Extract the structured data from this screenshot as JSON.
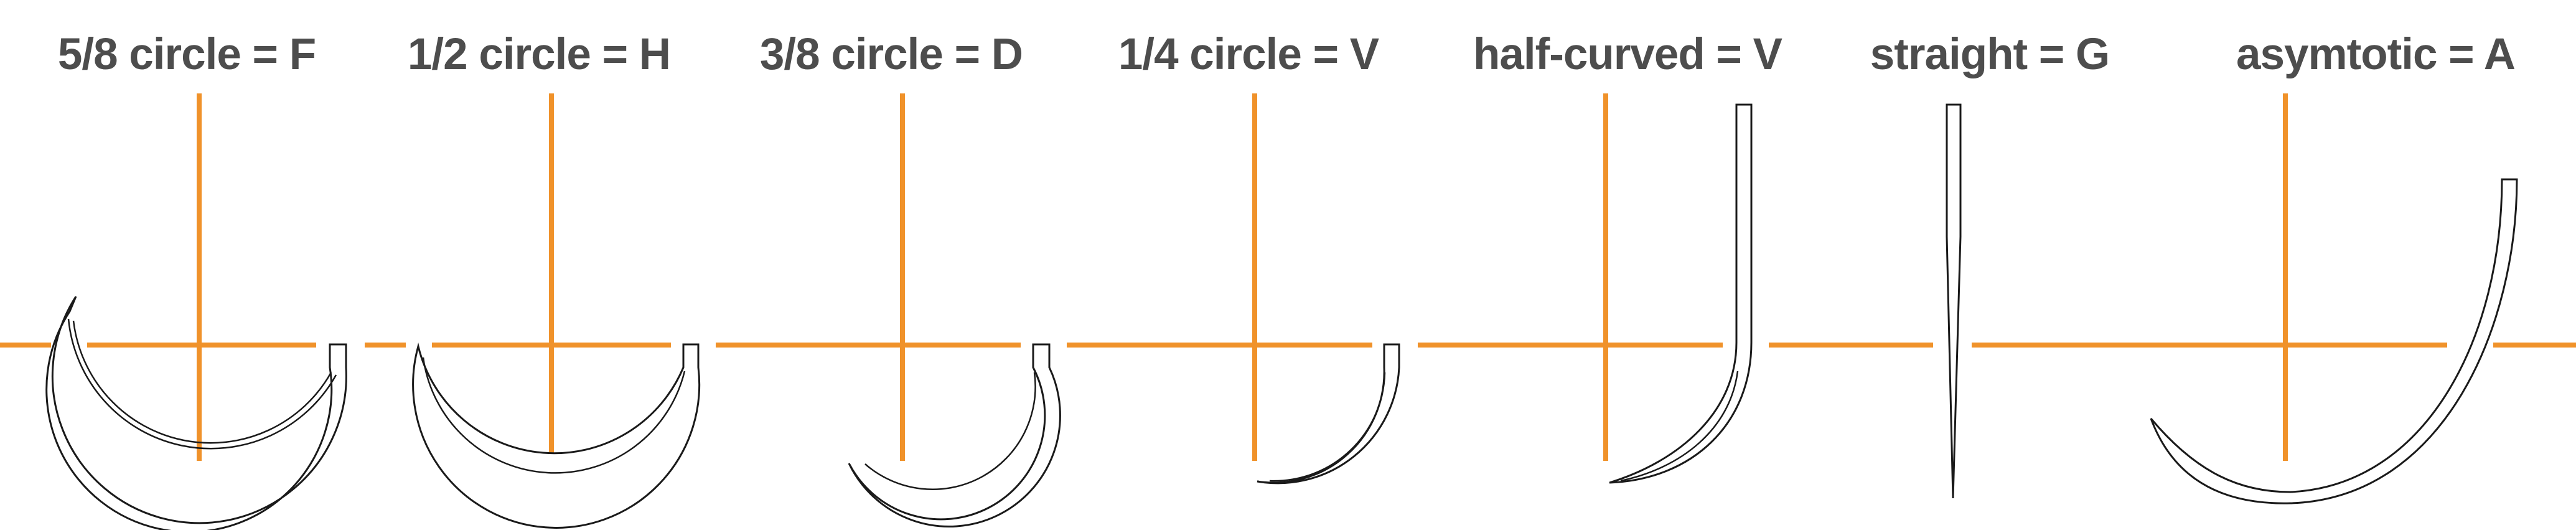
{
  "colors": {
    "axis": "#f0922a",
    "needle_stroke": "#1a1a1a",
    "needle_fill": "#ffffff",
    "label": "#4d4d4d"
  },
  "needles": [
    {
      "shape": "five-eighths-circle",
      "icon": "five-eighths-circle-needle-icon",
      "label": "5/8 circle = F"
    },
    {
      "shape": "half-circle",
      "icon": "half-circle-needle-icon",
      "label": "1/2 circle = H"
    },
    {
      "shape": "three-eighths-circle",
      "icon": "three-eighths-circle-needle-icon",
      "label": "3/8 circle = D"
    },
    {
      "shape": "quarter-circle",
      "icon": "quarter-circle-needle-icon",
      "label": "1/4 circle = V"
    },
    {
      "shape": "half-curved",
      "icon": "half-curved-needle-icon",
      "label": "half-curved = V"
    },
    {
      "shape": "straight",
      "icon": "straight-needle-icon",
      "label": "straight = G"
    },
    {
      "shape": "asymptotic",
      "icon": "asymptotic-needle-icon",
      "label": "asymtotic = A"
    }
  ]
}
